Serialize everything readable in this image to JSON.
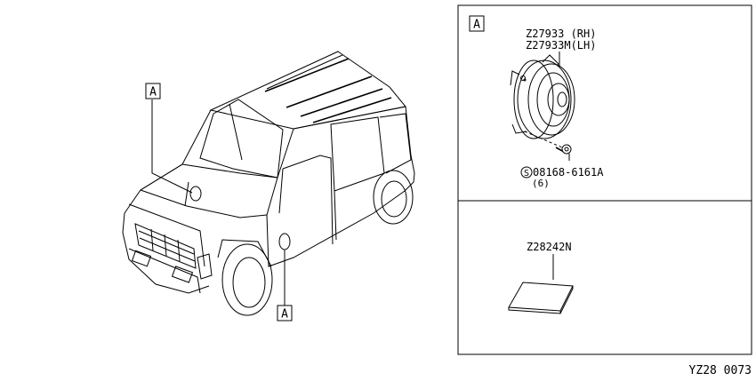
{
  "diagram": {
    "callout_label": "A",
    "speaker_part_rh": "Z27933 (RH)",
    "speaker_part_lh": "Z27933M(LH)",
    "screw_symbol": "S",
    "screw_part": "08168-6161A",
    "screw_qty": "(6)",
    "pad_part": "Z28242N",
    "figure_id": "YZ28 0073"
  }
}
